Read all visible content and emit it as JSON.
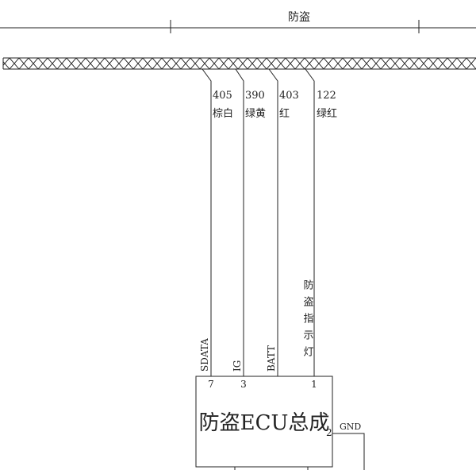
{
  "diagram": {
    "section_title": "防盗",
    "wires": [
      {
        "number": "405",
        "color": "棕白"
      },
      {
        "number": "390",
        "color": "绿黄"
      },
      {
        "number": "403",
        "color": "红"
      },
      {
        "number": "122",
        "color": "绿红"
      }
    ],
    "ecu": {
      "title": "防盗ECU总成",
      "pins": [
        {
          "signal": "SDATA",
          "pin": "7"
        },
        {
          "signal": "IG",
          "pin": "3"
        },
        {
          "signal": "BATT",
          "pin": ""
        },
        {
          "signal": "防盗指示灯",
          "pin": "1"
        }
      ],
      "gnd_label": "GND",
      "gnd_pin": "2"
    },
    "colors": {
      "line": "#222222",
      "background": "#ffffff"
    }
  }
}
